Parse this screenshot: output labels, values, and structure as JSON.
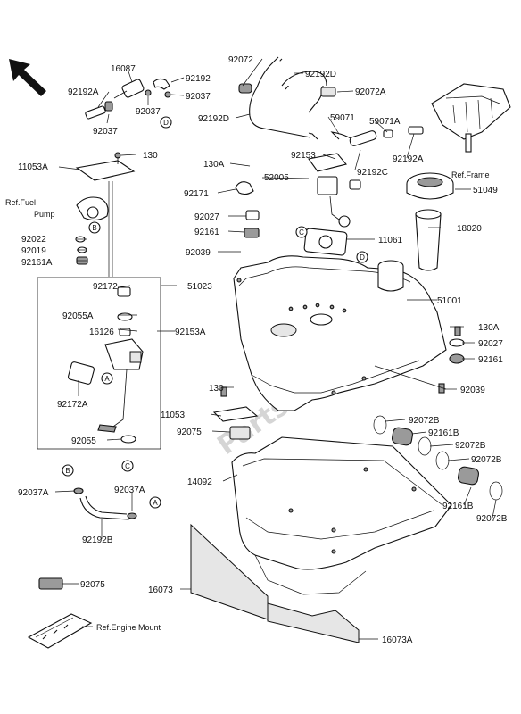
{
  "watermark": "Parts Republik",
  "callout_symbols": [
    "A",
    "B",
    "C",
    "D"
  ],
  "labels": {
    "l92072_top": "92072",
    "l16087": "16087",
    "l92192": "92192",
    "l92192A_top": "92192A",
    "l92037_right": "92037",
    "l92037_mid": "92037",
    "l92037_left": "92037",
    "l92192D": "92192D",
    "l92072A": "92072A",
    "l92192D_left": "92192D",
    "l59071": "59071",
    "l59071A": "59071A",
    "l92153": "92153",
    "l92192C": "92192C",
    "l92192A_right": "92192A",
    "l130_top": "130",
    "l11053A": "11053A",
    "l130A_top": "130A",
    "l52005": "52005",
    "l92171": "92171",
    "l51049": "51049",
    "l92027_top": "92027",
    "l92161_top": "92161",
    "l18020": "18020",
    "l11061": "11061",
    "l92039_top": "92039",
    "l92022": "92022",
    "l92019": "92019",
    "l92161A": "92161A",
    "l92172": "92172",
    "l51023": "51023",
    "l51001": "51001",
    "l92055A": "92055A",
    "l16126": "16126",
    "l92153A": "92153A",
    "l130A_right": "130A",
    "l92027_right": "92027",
    "l92161_right": "92161",
    "l92039_right": "92039",
    "l130_mid": "130",
    "l11053": "11053",
    "l92075_mid": "92075",
    "l92172A": "92172A",
    "l92055": "92055",
    "l92072B_1": "92072B",
    "l92161B_1": "92161B",
    "l92072B_2": "92072B",
    "l92072B_3": "92072B",
    "l14092": "14092",
    "l92161B_2": "92161B",
    "l92072B_4": "92072B",
    "l92037A_left": "92037A",
    "l92037A_right": "92037A",
    "l92192B": "92192B",
    "l92075_bottom": "92075",
    "l16073": "16073",
    "l16073A": "16073A"
  },
  "references": {
    "fuel_pump": "Ref.Fuel\nPump",
    "fuel_pump_line1": "Ref.Fuel",
    "fuel_pump_line2": "Pump",
    "frame": "Ref.Frame",
    "engine_mount": "Ref.Engine Mount"
  }
}
